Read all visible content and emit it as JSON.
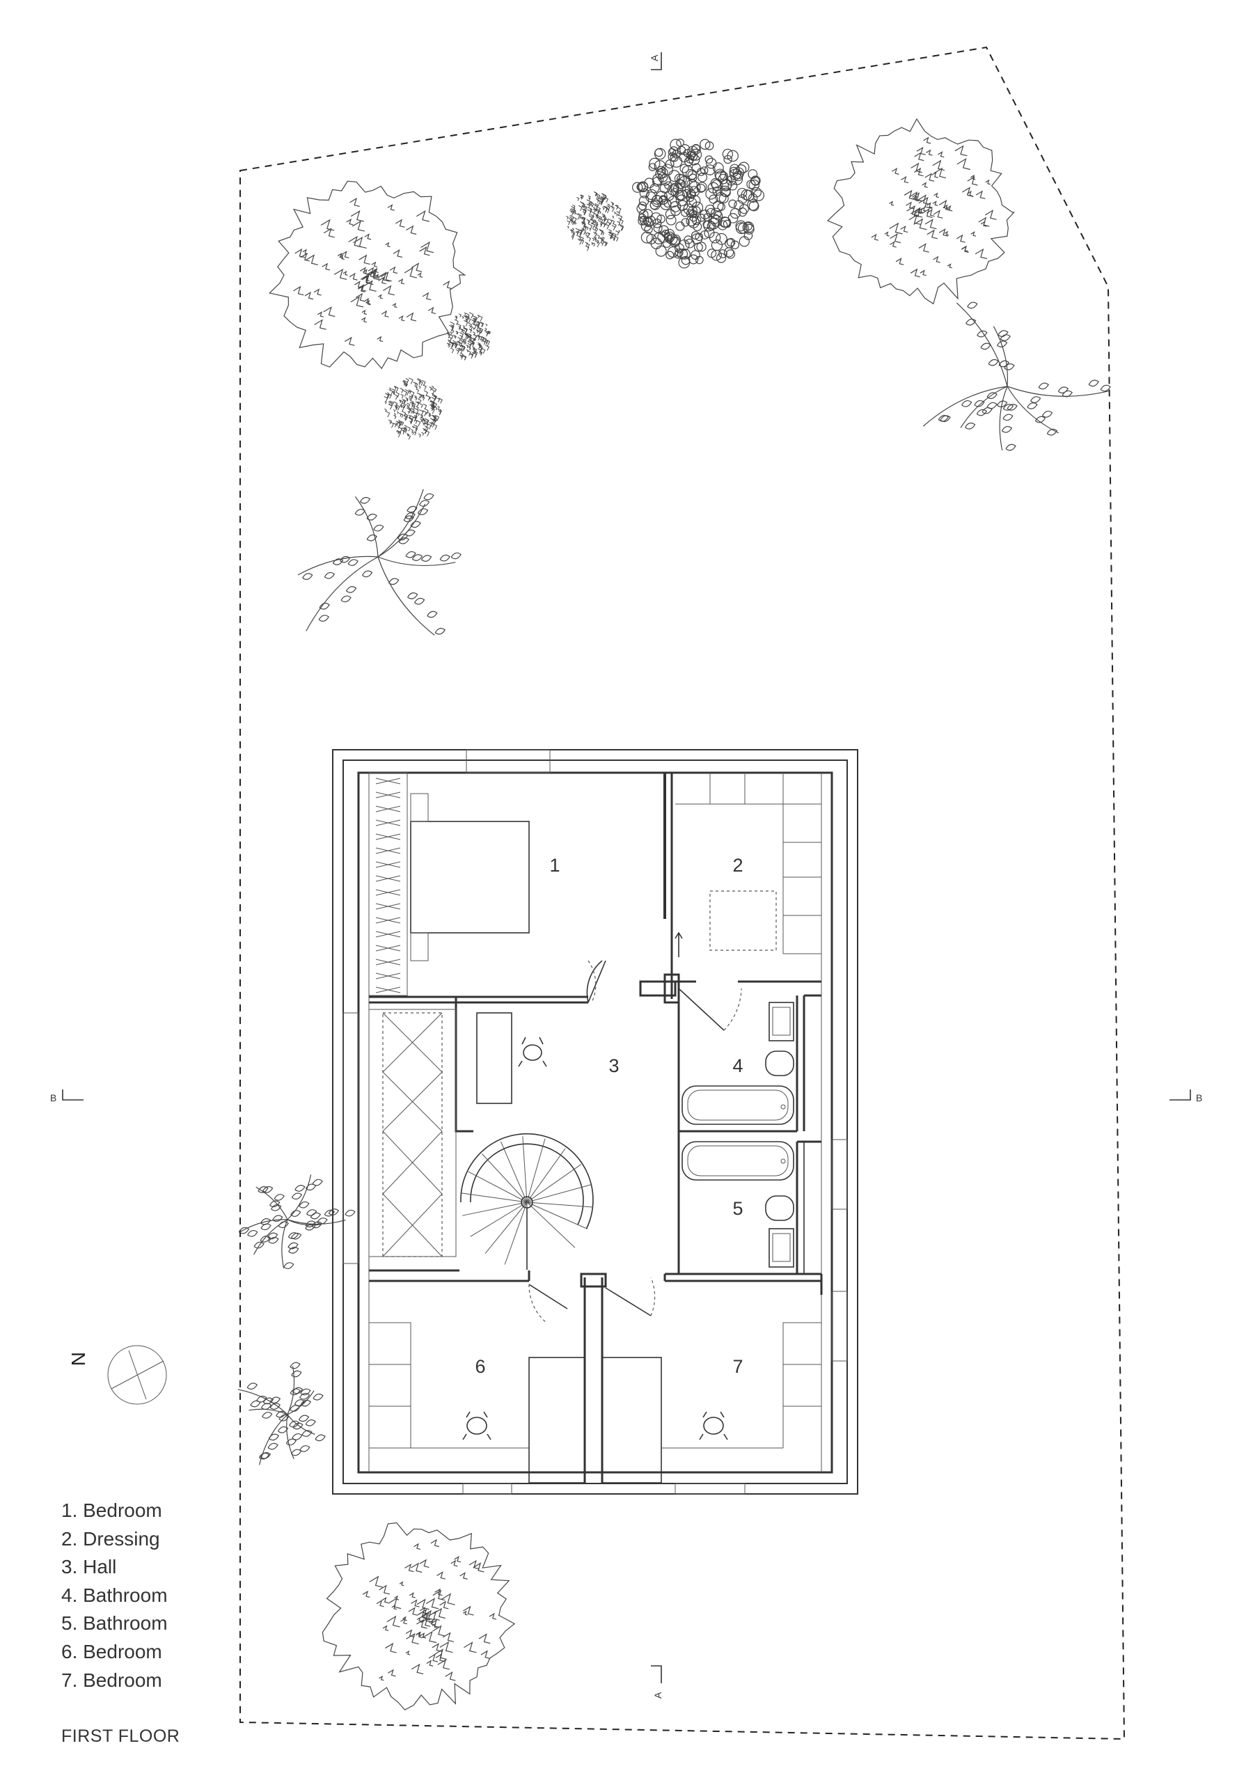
{
  "plan": {
    "title": "FIRST FLOOR",
    "north_label": "N",
    "section_marks": {
      "a_top": "A",
      "a_bottom": "A",
      "b_left": "B",
      "b_right": "B"
    }
  },
  "rooms": [
    {
      "num": "1",
      "name": "Bedroom"
    },
    {
      "num": "2",
      "name": "Dressing"
    },
    {
      "num": "3",
      "name": "Hall"
    },
    {
      "num": "4",
      "name": "Bathroom"
    },
    {
      "num": "5",
      "name": "Bathroom"
    },
    {
      "num": "6",
      "name": "Bedroom"
    },
    {
      "num": "7",
      "name": "Bedroom"
    }
  ],
  "legend": [
    "1. Bedroom",
    "2. Dressing",
    "3. Hall",
    "4. Bathroom",
    "5. Bathroom",
    "6. Bedroom",
    "7. Bedroom"
  ],
  "icons": [
    "north-arrow-icon",
    "tree-icon",
    "shrub-icon",
    "spiral-stair-icon",
    "bed-icon",
    "bathtub-icon",
    "toilet-icon",
    "sink-icon",
    "chair-icon"
  ]
}
